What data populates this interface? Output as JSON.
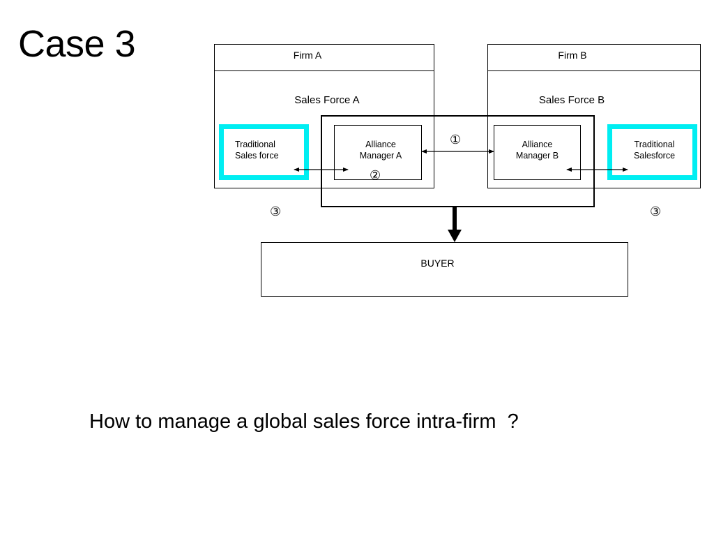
{
  "slide": {
    "title": "Case 3",
    "question": "How to manage a global sales force intra-firm  ?"
  },
  "diagram": {
    "firm_a": {
      "name": "Firm A",
      "sales_force": "Sales Force A",
      "traditional_line1": "Traditional",
      "traditional_line2": "Sales force",
      "manager_line1": "Alliance",
      "manager_line2": "Manager A"
    },
    "firm_b": {
      "name": "Firm B",
      "sales_force": "Sales Force B",
      "traditional_line1": "Traditional",
      "traditional_line2": "Salesforce",
      "manager_line1": "Alliance",
      "manager_line2": "Manager B"
    },
    "buyer": "BUYER",
    "markers": {
      "one": "①",
      "two": "②",
      "three_left": "③",
      "three_right": "③"
    },
    "colors": {
      "highlight": "#00eef2",
      "line": "#000000"
    }
  }
}
